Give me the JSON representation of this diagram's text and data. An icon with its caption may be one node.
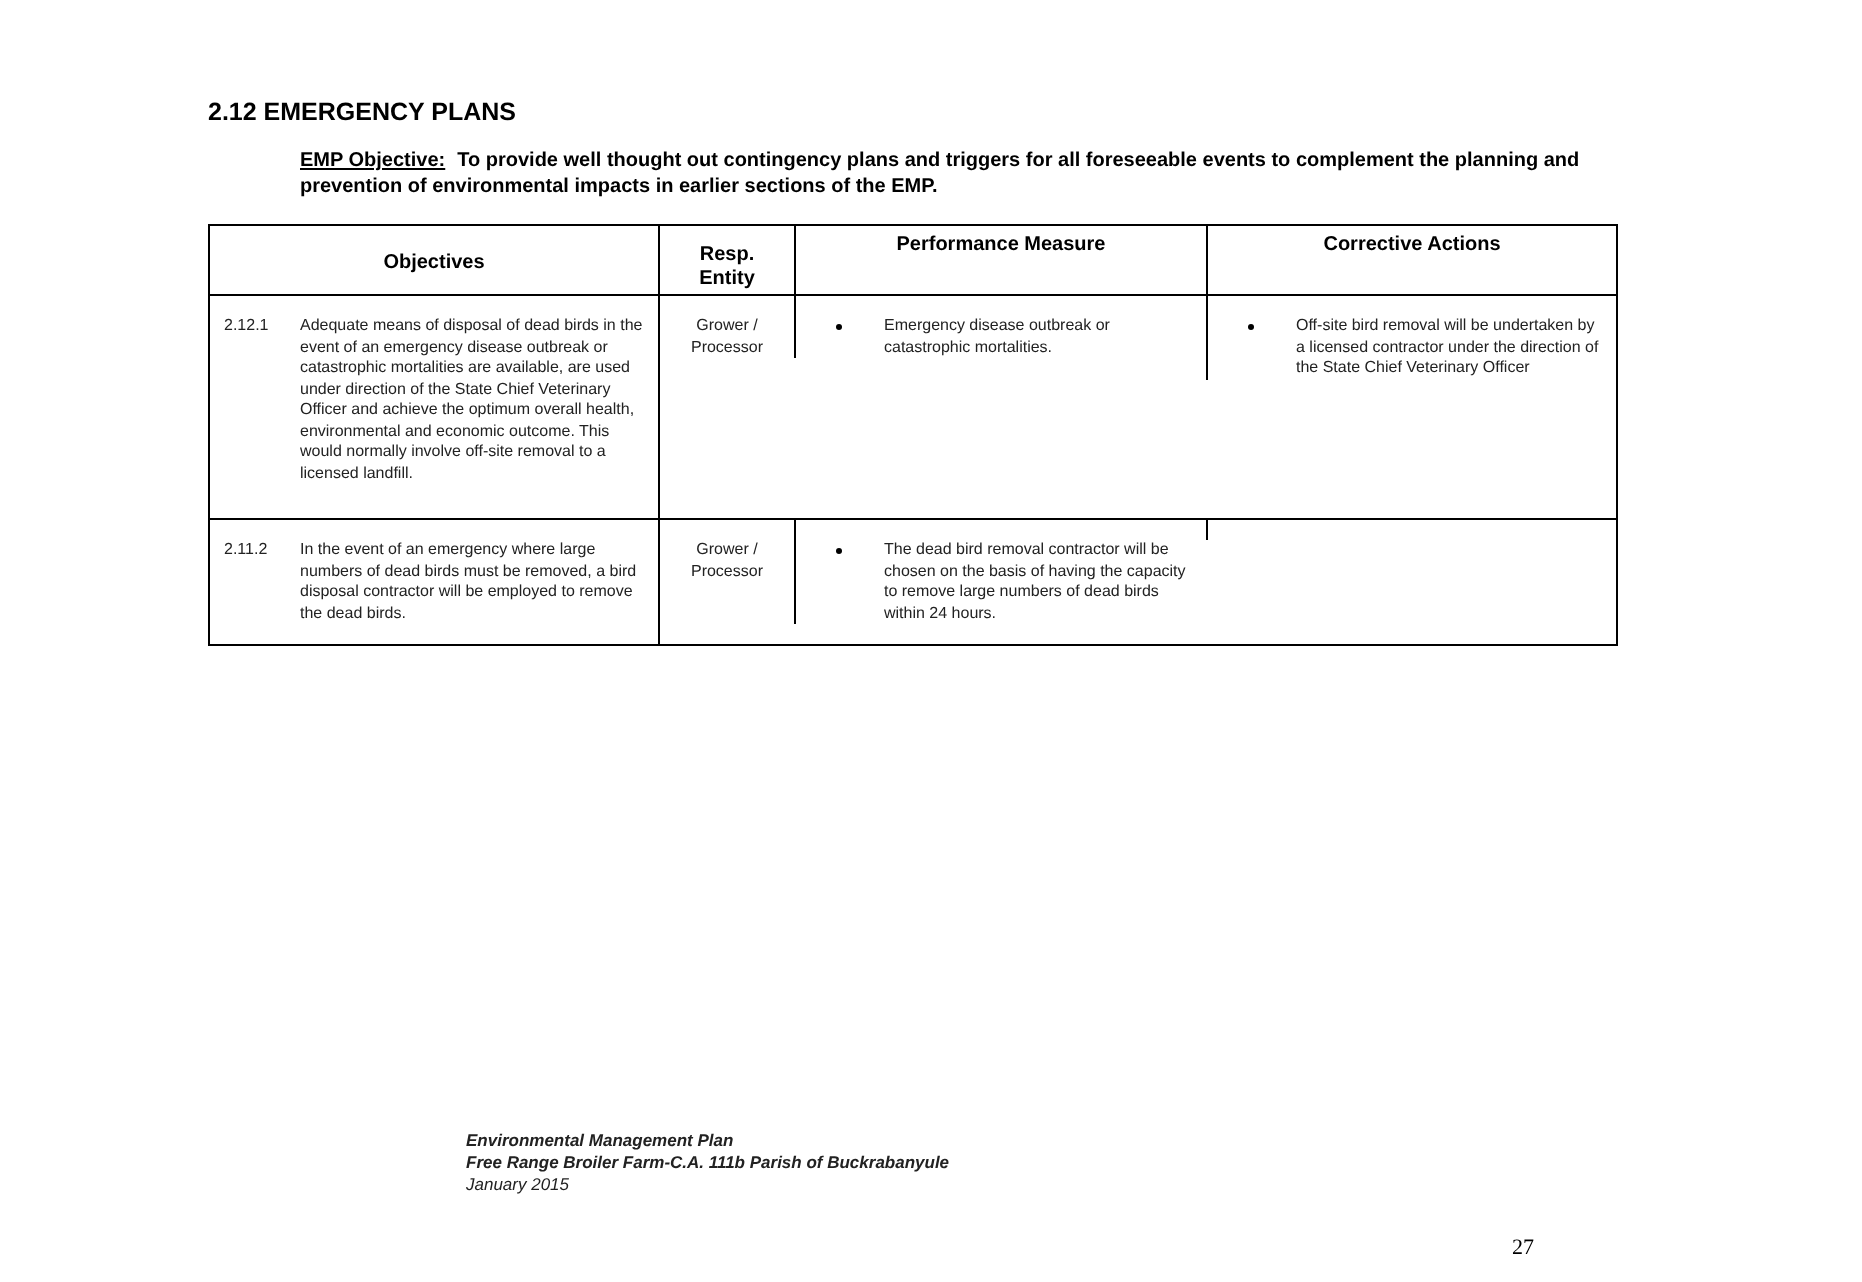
{
  "diagram": {
    "title": "2.12 EMERGENCY PLANS",
    "labels": [
      "EMP Objective:",
      "To provide well thought out contingency plans and triggers for all foreseeable events to complement the planning and prevention of environmental impacts in earlier sections of the EMP.",
      "Objectives",
      "Resp. Entity",
      "Performance Measure",
      "Corrective Actions",
      "2.12.1",
      "Adequate means of disposal of dead birds in the event of an emergency disease outbreak or catastrophic mortalities are available, are used under direction of the State Chief Veterinary Officer and achieve the optimum overall health, environmental and economic outcome.  This would normally involve off-site removal to a licensed landfill.",
      "Grower / Processor",
      "Emergency disease outbreak or catastrophic mortalities.",
      "Off-site bird removal will be undertaken by a licensed contractor under the direction of the State Chief Veterinary Officer",
      "2.11.2",
      "In the event of an emergency where large numbers of dead birds must be removed, a bird disposal contractor will be employed to remove the dead birds.",
      "Grower / Processor",
      "The dead bird removal contractor will be chosen on the basis of having the capacity to remove large numbers of dead birds within 24 hours.",
      "Environmental Management Plan",
      "Free Range Broiler Farm-C.A. 111b Parish of Buckrabanyule",
      "January 2015",
      "27"
    ]
  }
}
